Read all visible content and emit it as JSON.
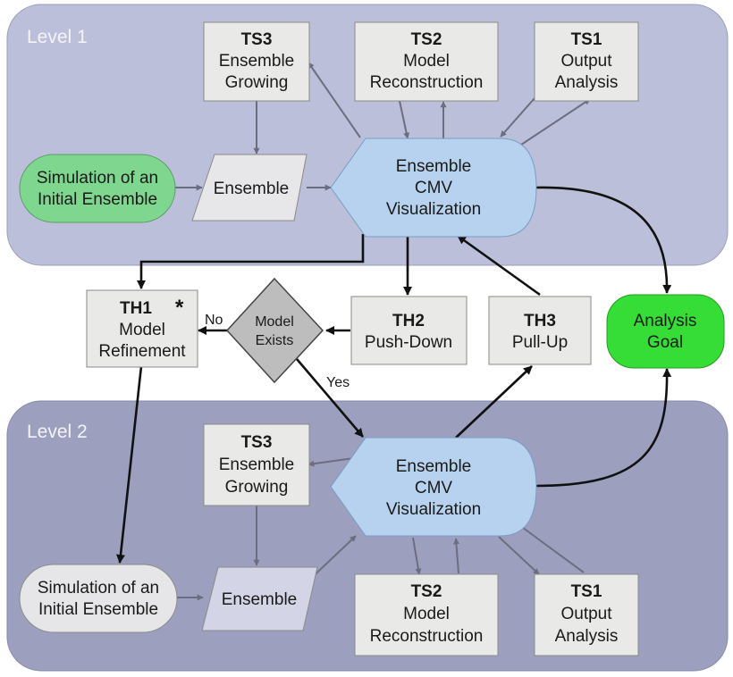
{
  "level1": {
    "label": "Level 1",
    "ts3": {
      "title": "TS3",
      "line1": "Ensemble",
      "line2": "Growing"
    },
    "ts2": {
      "title": "TS2",
      "line1": "Model",
      "line2": "Reconstruction"
    },
    "ts1": {
      "title": "TS1",
      "line1": "Output",
      "line2": "Analysis"
    },
    "simulation": {
      "line1": "Simulation of an",
      "line2": "Initial Ensemble"
    },
    "ensemble": "Ensemble",
    "cmv": {
      "line1": "Ensemble",
      "line2": "CMV",
      "line3": "Visualization"
    }
  },
  "middle": {
    "th1": {
      "title": "TH1",
      "star": "*",
      "line1": "Model",
      "line2": "Refinement"
    },
    "decision": {
      "line1": "Model",
      "line2": "Exists"
    },
    "no_label": "No",
    "yes_label": "Yes",
    "th2": {
      "title": "TH2",
      "line1": "Push-Down"
    },
    "th3": {
      "title": "TH3",
      "line1": "Pull-Up"
    },
    "goal": {
      "line1": "Analysis",
      "line2": "Goal"
    }
  },
  "level2": {
    "label": "Level 2",
    "ts3": {
      "title": "TS3",
      "line1": "Ensemble",
      "line2": "Growing"
    },
    "cmv": {
      "line1": "Ensemble",
      "line2": "CMV",
      "line3": "Visualization"
    },
    "simulation": {
      "line1": "Simulation of an",
      "line2": "Initial Ensemble"
    },
    "ensemble": "Ensemble",
    "ts2": {
      "title": "TS2",
      "line1": "Model",
      "line2": "Reconstruction"
    },
    "ts1": {
      "title": "TS1",
      "line1": "Output",
      "line2": "Analysis"
    }
  },
  "colors": {
    "level1_bg": "#bcbfd9",
    "level2_bg": "#9c9fbe",
    "box_fill": "#e9e9e7",
    "cmv_fill": "#b7d2ef",
    "sim1_fill": "#7fd68f",
    "sim2_fill": "#e6e6e8",
    "goal_fill": "#37dd37",
    "decision_fill": "#bdbdbd",
    "ensemble1_fill": "#e7e7ea",
    "ensemble2_fill": "#d3d4e6",
    "arrow_grey": "#6d6d80",
    "arrow_black": "#111111"
  }
}
